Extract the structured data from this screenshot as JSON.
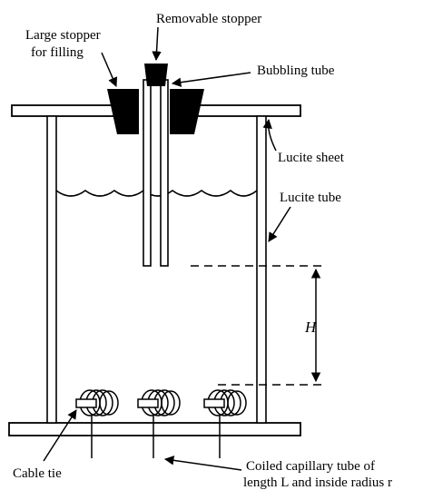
{
  "diagram": {
    "labels": {
      "removable_stopper": "Removable stopper",
      "large_stopper_line1": "Large stopper",
      "large_stopper_line2": "for filling",
      "bubbling_tube": "Bubbling tube",
      "lucite_sheet": "Lucite sheet",
      "lucite_tube": "Lucite tube",
      "height": "H",
      "cable_tie": "Cable tie",
      "capillary_line1": "Coiled capillary tube of",
      "capillary_line2": "length L and inside radius r"
    },
    "colors": {
      "ink": "#000000",
      "paper": "#ffffff"
    }
  }
}
